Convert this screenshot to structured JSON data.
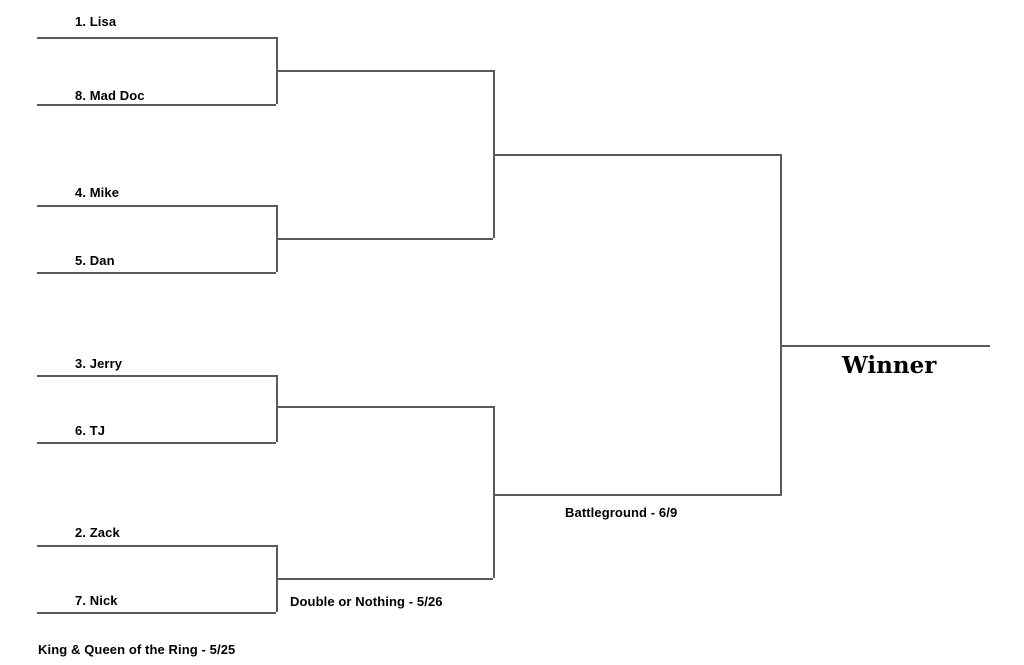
{
  "bracket": {
    "title_visible": false,
    "line_color": "#5a5a5a",
    "text_color": "#000000",
    "rounds": [
      {
        "name": "round-1",
        "label": "King & Queen of the Ring - 5/25",
        "matches": [
          {
            "id": "m1",
            "top": "1. Lisa",
            "bottom": "8. Mad Doc"
          },
          {
            "id": "m2",
            "top": "4. Mike",
            "bottom": "5. Dan"
          },
          {
            "id": "m3",
            "top": "3. Jerry",
            "bottom": "6. TJ"
          },
          {
            "id": "m4",
            "top": "2. Zack",
            "bottom": "7. Nick"
          }
        ]
      },
      {
        "name": "round-2",
        "label": "Double or Nothing - 5/26",
        "matches": [
          {
            "id": "s1",
            "top": "",
            "bottom": ""
          },
          {
            "id": "s2",
            "top": "",
            "bottom": ""
          }
        ]
      },
      {
        "name": "round-3",
        "label": "Battleground - 6/9",
        "matches": [
          {
            "id": "f1",
            "top": "",
            "bottom": ""
          }
        ]
      }
    ],
    "winner": {
      "label": "Winner",
      "value": ""
    },
    "seeds": [
      {
        "seed": 1,
        "name": "Lisa",
        "display": "1. Lisa"
      },
      {
        "seed": 8,
        "name": "Mad Doc",
        "display": "8. Mad Doc"
      },
      {
        "seed": 4,
        "name": "Mike",
        "display": "4. Mike"
      },
      {
        "seed": 5,
        "name": "Dan",
        "display": "5. Dan"
      },
      {
        "seed": 3,
        "name": "Jerry",
        "display": "3. Jerry"
      },
      {
        "seed": 6,
        "name": "TJ",
        "display": "6. TJ"
      },
      {
        "seed": 2,
        "name": "Zack",
        "display": "2. Zack"
      },
      {
        "seed": 7,
        "name": "Nick",
        "display": "7. Nick"
      }
    ]
  }
}
